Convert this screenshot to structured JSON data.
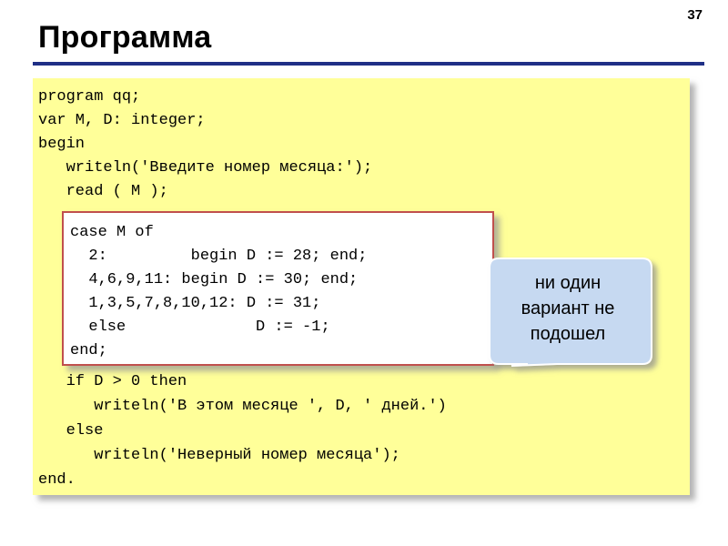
{
  "slide": {
    "title": "Программа",
    "page_number": "37"
  },
  "code": {
    "lines": [
      "program qq;",
      "var M, D: integer;",
      "begin",
      "   writeln('Введите номер месяца:');",
      "   read ( M );",
      "   if D > 0 then",
      "      writeln('В этом месяце ', D, ' дней.')",
      "   else",
      "      writeln('Неверный номер месяца');",
      "end."
    ]
  },
  "case_block": {
    "lines": [
      "case M of",
      "  2:         begin D := 28; end;",
      "  4,6,9,11: begin D := 30; end;",
      "  1,3,5,7,8,10,12: D := 31;",
      "  else              D := -1;",
      "end;"
    ]
  },
  "callout": {
    "lines": [
      "ни один",
      "вариант не",
      "подошел"
    ],
    "fill_color": "#c6d9f1",
    "border_color": "#ffffff"
  },
  "colors": {
    "title_rule": "#1f2f86",
    "code_background": "#ffff99",
    "case_border": "#c0504d"
  }
}
